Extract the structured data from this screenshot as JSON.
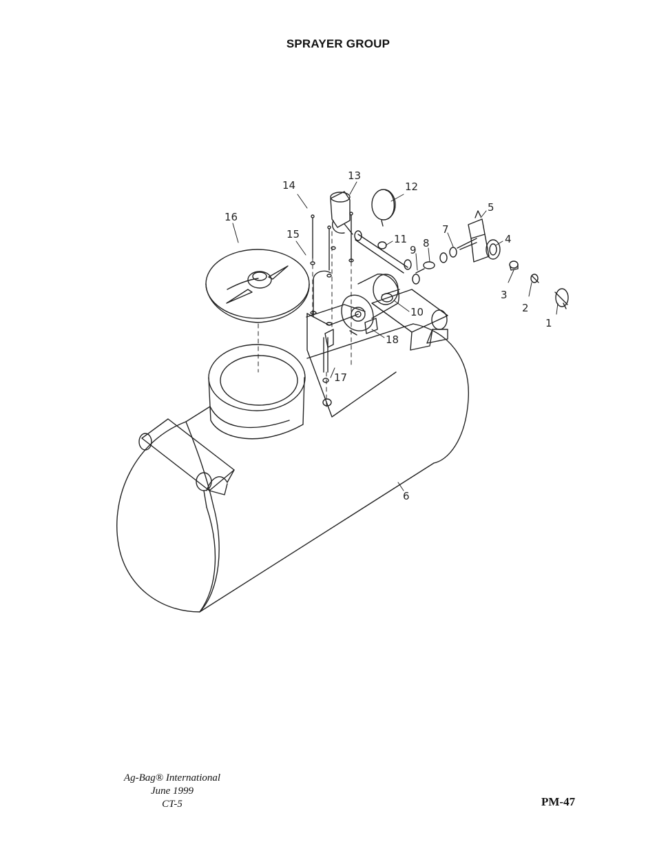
{
  "header": {
    "title": "SPRAYER GROUP"
  },
  "callouts": [
    "1",
    "2",
    "3",
    "4",
    "5",
    "6",
    "7",
    "8",
    "9",
    "10",
    "11",
    "12",
    "13",
    "14",
    "15",
    "16",
    "17",
    "18"
  ],
  "footer": {
    "company": "Ag-Bag® International",
    "date": "June 1999",
    "code": "CT-5",
    "page_number": "PM-47"
  }
}
